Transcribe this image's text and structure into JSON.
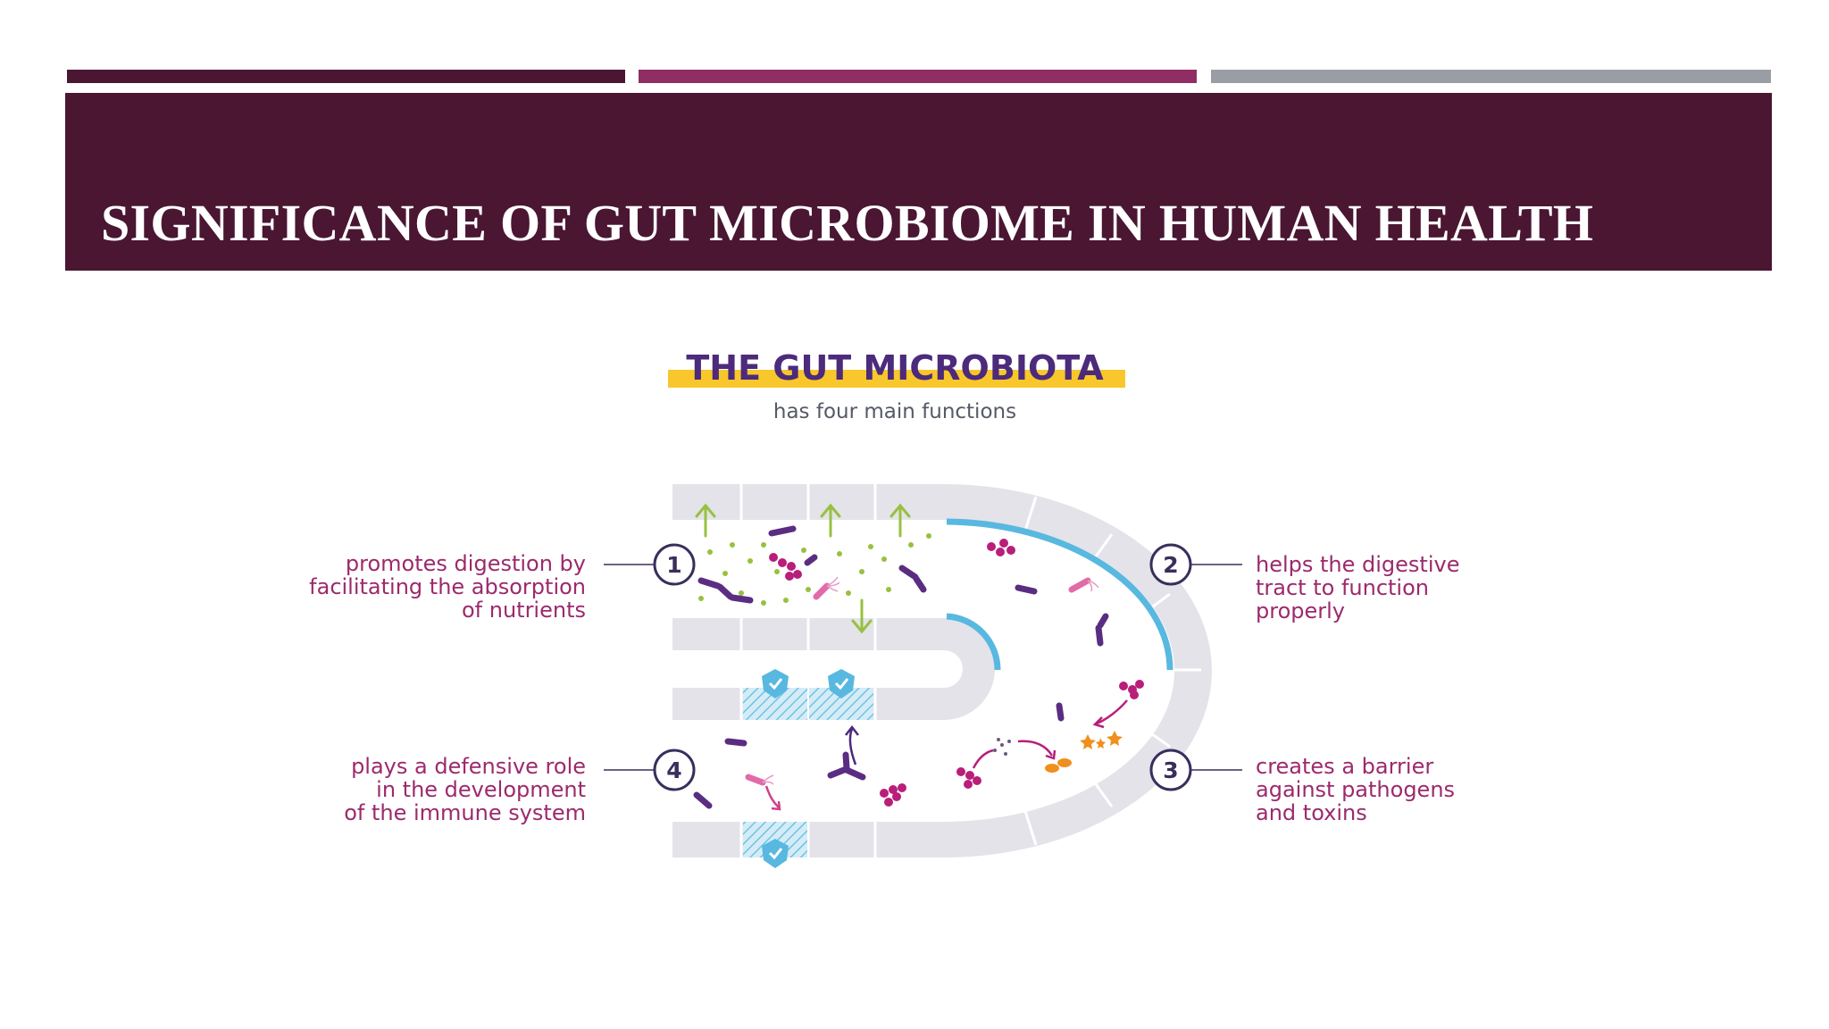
{
  "colors": {
    "bar_dark": "#4a1631",
    "bar_magenta": "#902d64",
    "bar_gray": "#9a9ea4",
    "title_bg": "#4a1632",
    "title_text": "#ffffff",
    "heading_purple": "#4c2a7c",
    "heading_highlight": "#f8c72b",
    "label_magenta": "#9c2a6c",
    "circle_navy": "#3a2e5c",
    "wall_gray": "#e4e3e9",
    "lining_blue": "#58b8e0",
    "nutrient_green": "#98c040",
    "bacteria_purple": "#5a2d82",
    "bacteria_magenta": "#b81e7a",
    "bacteria_pink": "#e26aa8",
    "toxin_orange": "#f08f1d"
  },
  "slide": {
    "title": "SIGNIFICANCE  OF GUT MICROBIOME IN HUMAN HEALTH"
  },
  "figure": {
    "heading": "THE GUT MICROBIOTA",
    "subheading": "has four main functions",
    "functions": [
      {
        "number": "1",
        "lines": [
          "promotes digestion by",
          "facilitating the absorption",
          "of nutrients"
        ]
      },
      {
        "number": "2",
        "lines": [
          "helps the digestive",
          "tract to function",
          "properly"
        ]
      },
      {
        "number": "3",
        "lines": [
          "creates a barrier",
          "against pathogens",
          "and toxins"
        ]
      },
      {
        "number": "4",
        "lines": [
          "plays a defensive role",
          "in the development",
          "of the immune system"
        ]
      }
    ],
    "icons": [
      "arrow-up-icon",
      "arrow-down-icon",
      "shield-check-icon",
      "bacteria-icon",
      "toxin-star-icon"
    ]
  }
}
